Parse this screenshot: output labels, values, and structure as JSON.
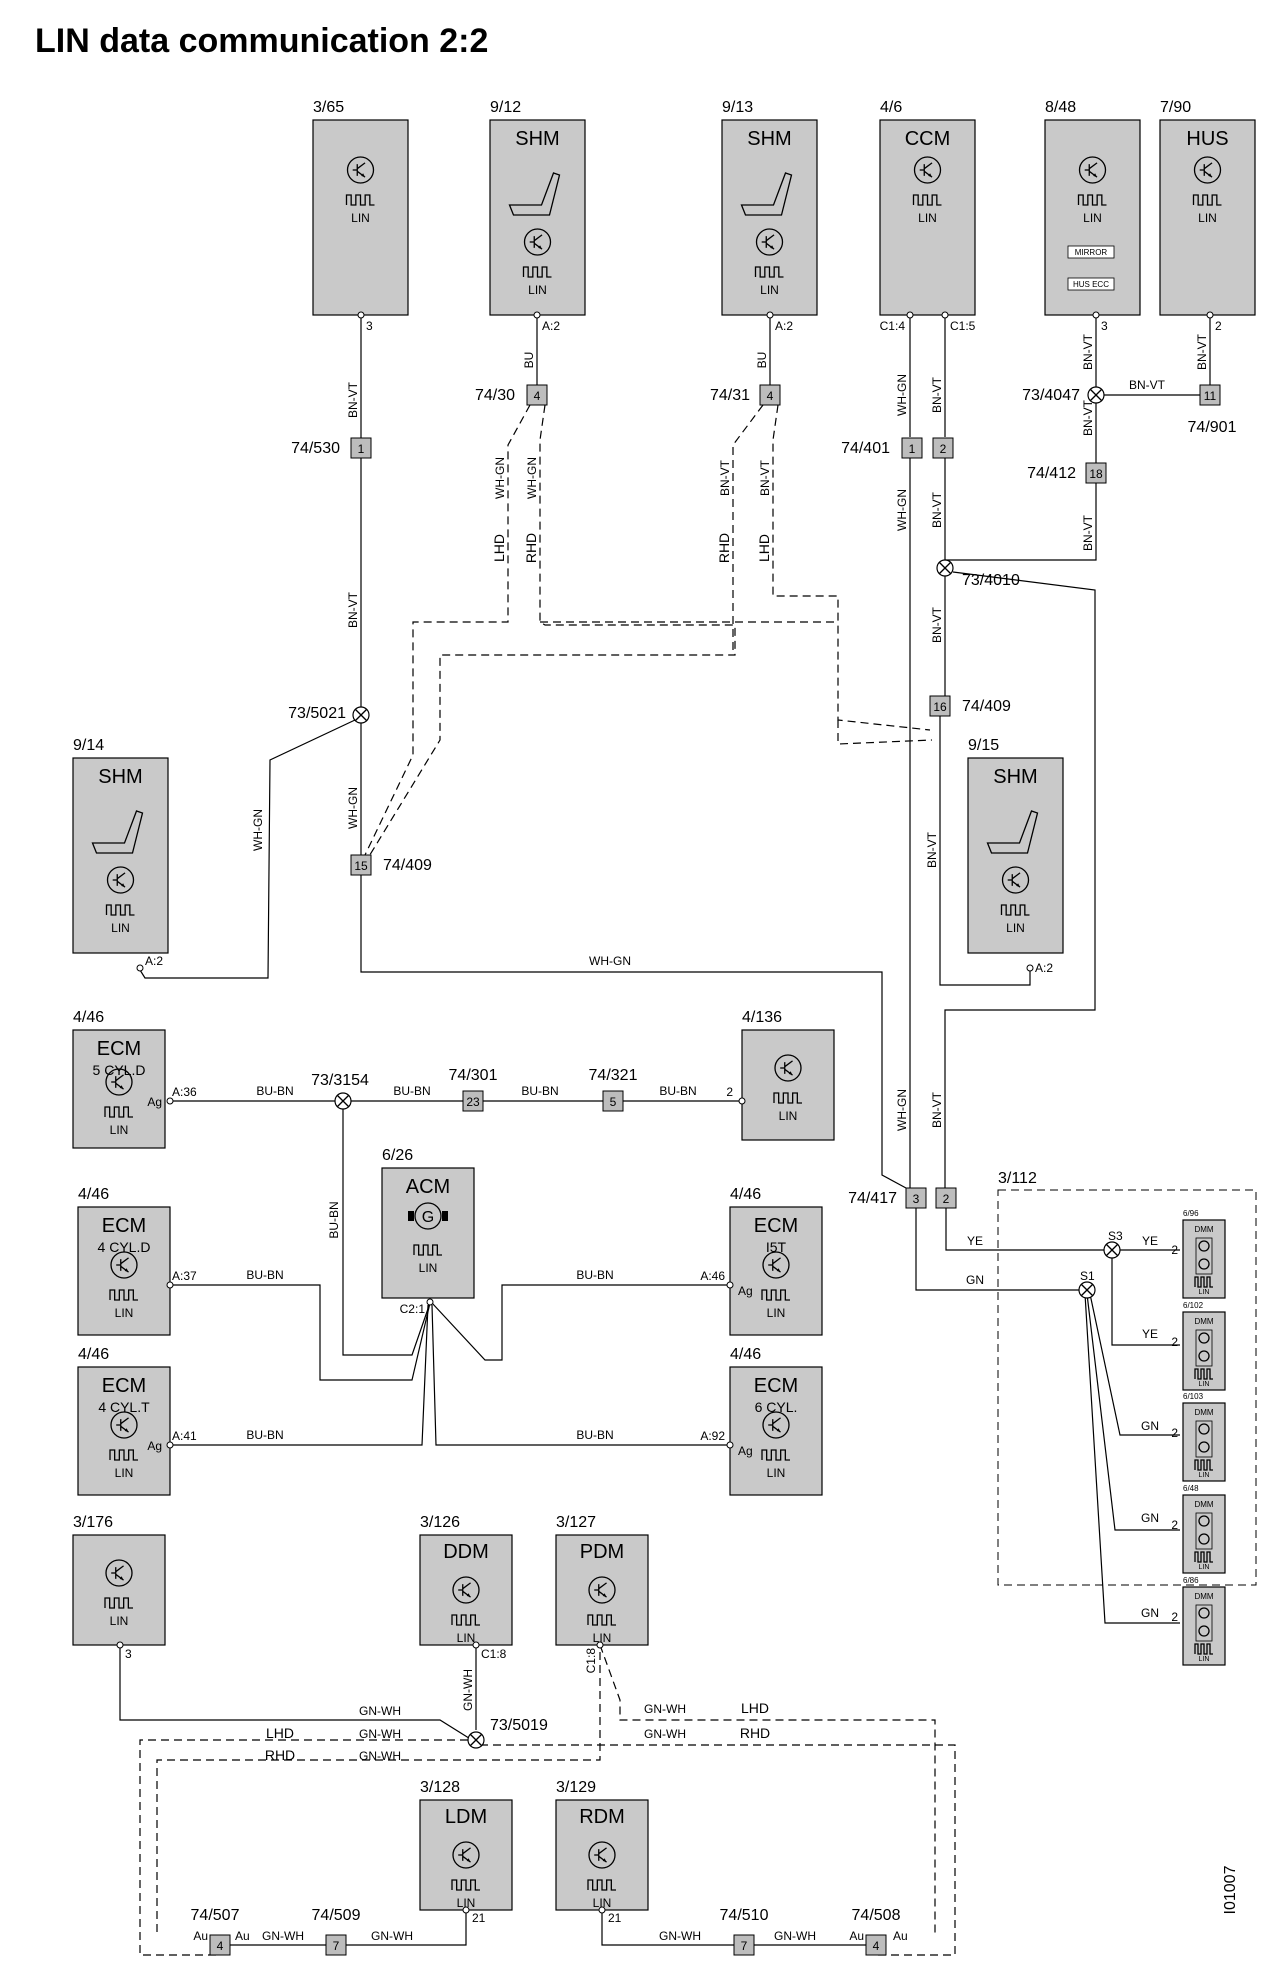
{
  "title": "LIN data communication 2:2",
  "image_id": "I01007",
  "modules": [
    {
      "ref": "3/65",
      "name": ""
    },
    {
      "ref": "9/12",
      "name": "SHM"
    },
    {
      "ref": "9/13",
      "name": "SHM"
    },
    {
      "ref": "4/6",
      "name": "CCM"
    },
    {
      "ref": "8/48",
      "name": ""
    },
    {
      "ref": "7/90",
      "name": "HUS"
    },
    {
      "ref": "9/14",
      "name": "SHM"
    },
    {
      "ref": "9/15",
      "name": "SHM"
    },
    {
      "ref": "4/46",
      "name": "ECM",
      "sub": "5 CYL.D"
    },
    {
      "ref": "4/136",
      "name": ""
    },
    {
      "ref": "6/26",
      "name": "ACM"
    },
    {
      "ref": "4/46",
      "name": "ECM",
      "sub": "4 CYL.D"
    },
    {
      "ref": "4/46",
      "name": "ECM",
      "sub": "I5T"
    },
    {
      "ref": "4/46",
      "name": "ECM",
      "sub": "4 CYL.T"
    },
    {
      "ref": "4/46",
      "name": "ECM",
      "sub": "6 CYL."
    },
    {
      "ref": "3/176",
      "name": ""
    },
    {
      "ref": "3/126",
      "name": "DDM"
    },
    {
      "ref": "3/127",
      "name": "PDM"
    },
    {
      "ref": "3/128",
      "name": "LDM"
    },
    {
      "ref": "3/129",
      "name": "RDM"
    }
  ],
  "lin_label": "LIN",
  "mirror_label": "MIRROR",
  "husecc_label": "HUS ECC",
  "box_3_112": "3/112",
  "dmm": [
    {
      "ref": "6/96",
      "name": "DMM"
    },
    {
      "ref": "6/102",
      "name": "DMM"
    },
    {
      "ref": "6/103",
      "name": "DMM"
    },
    {
      "ref": "6/48",
      "name": "DMM"
    },
    {
      "ref": "6/86",
      "name": "DMM"
    }
  ],
  "connectors": [
    {
      "ref": "74/530",
      "pins": [
        "1"
      ]
    },
    {
      "ref": "74/30",
      "pins": [
        "4"
      ]
    },
    {
      "ref": "74/31",
      "pins": [
        "4"
      ]
    },
    {
      "ref": "74/401",
      "pins": [
        "1",
        "2"
      ]
    },
    {
      "ref": "74/412",
      "pins": [
        "18"
      ]
    },
    {
      "ref": "74/901",
      "pins": [
        "11"
      ]
    },
    {
      "ref": "74/409",
      "pins": [
        "16"
      ]
    },
    {
      "ref": "74/409",
      "pins": [
        "15"
      ]
    },
    {
      "ref": "74/301",
      "pins": [
        "23"
      ]
    },
    {
      "ref": "74/321",
      "pins": [
        "5"
      ]
    },
    {
      "ref": "74/417",
      "pins": [
        "3",
        "2"
      ]
    },
    {
      "ref": "74/507",
      "pins": [
        "4"
      ]
    },
    {
      "ref": "74/509",
      "pins": [
        "7"
      ]
    },
    {
      "ref": "74/510",
      "pins": [
        "7"
      ]
    },
    {
      "ref": "74/508",
      "pins": [
        "4"
      ]
    }
  ],
  "splices": [
    "73/4047",
    "73/4010",
    "73/5021",
    "73/3154",
    "73/5019"
  ],
  "splice_labels": [
    "S3",
    "S1"
  ],
  "wires": [
    "BN-VT",
    "BU",
    "WH-GN",
    "BU-BN",
    "GN-WH",
    "YE",
    "GN"
  ],
  "variants": [
    "LHD",
    "RHD"
  ],
  "pin_labels": [
    "3",
    "A:2",
    "C1:4",
    "C1:5",
    "2",
    "A:36",
    "A:37",
    "A:46",
    "A:41",
    "A:92",
    "C2:1",
    "C1:8",
    "21",
    "Ag",
    "Au"
  ]
}
